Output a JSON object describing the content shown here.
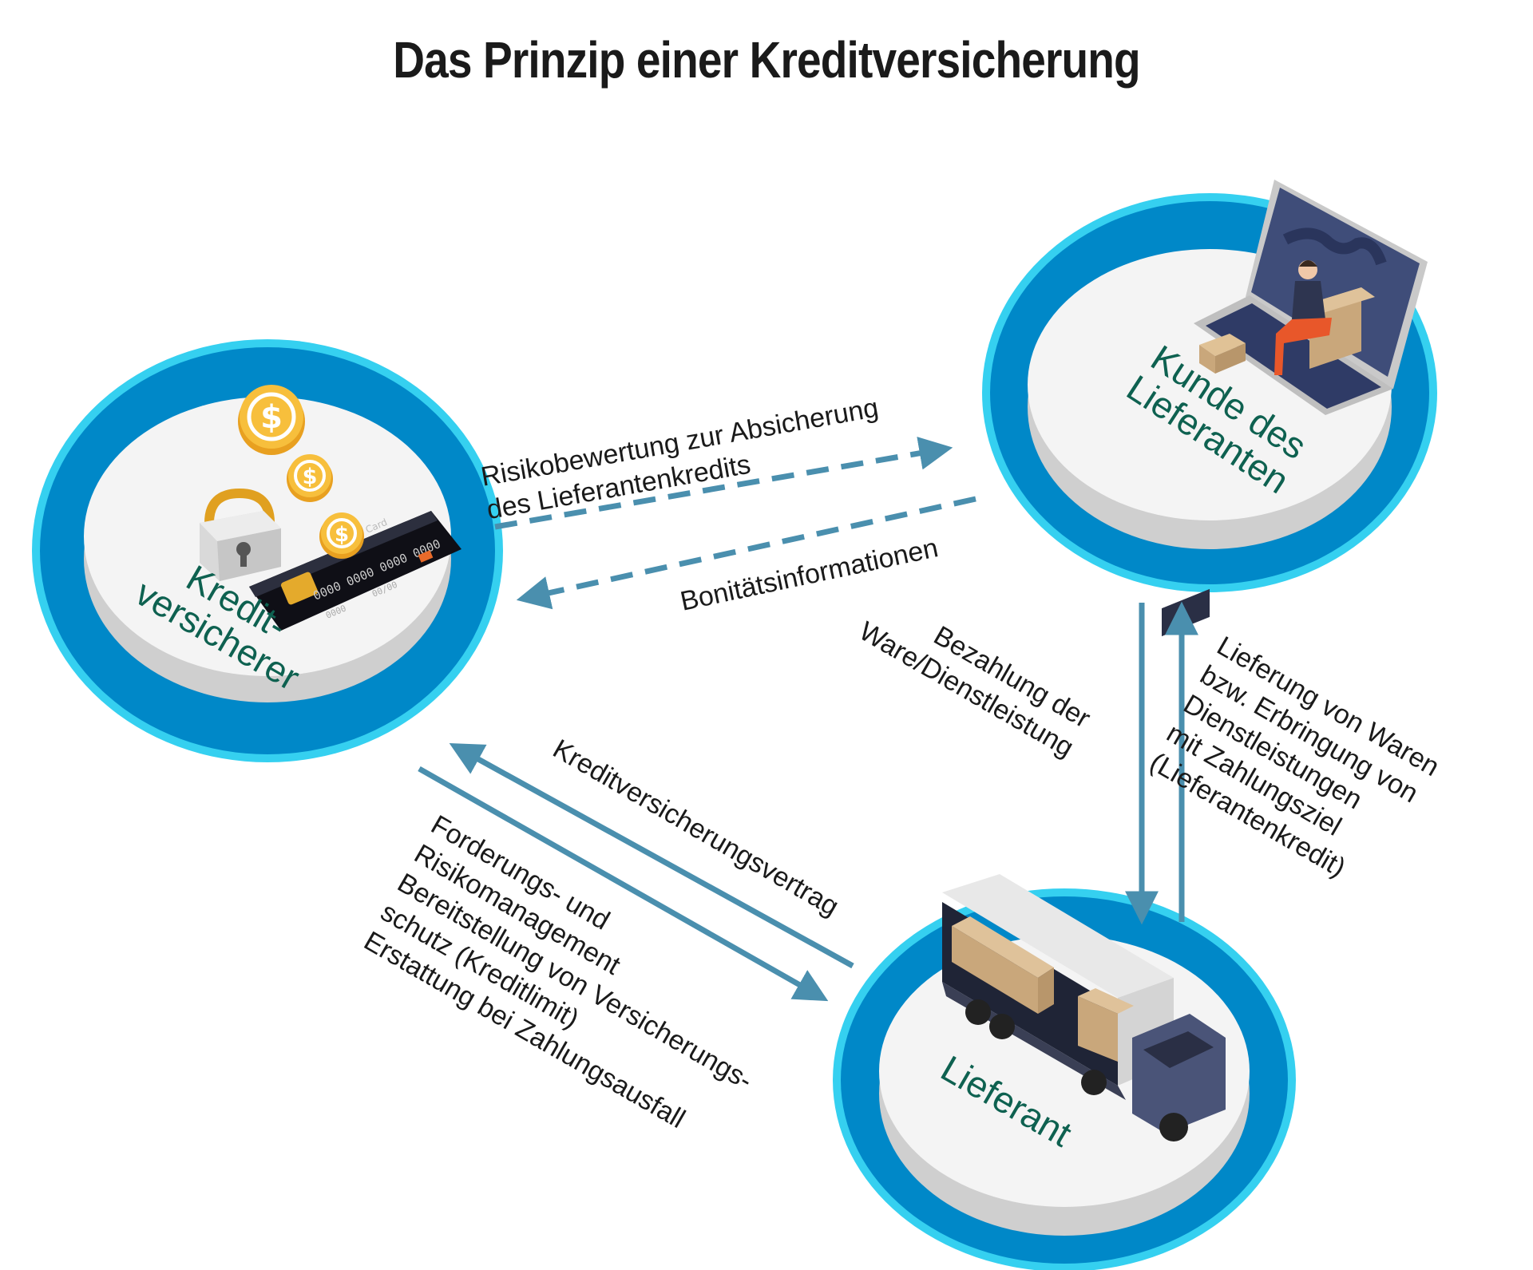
{
  "title": "Das Prinzip einer Kreditversicherung",
  "colors": {
    "ring_outer": "#0088c8",
    "ring_glow": "#35d0f0",
    "platform_top": "#f4f4f4",
    "platform_side": "#cfcfcf",
    "node_label": "#0e6150",
    "arrow": "#4a8fae"
  },
  "nodes": {
    "kreditversicherer": {
      "label_line1": "Kredit-",
      "label_line2": "versicherer"
    },
    "kunde": {
      "label_line1": "Kunde des",
      "label_line2": "Lieferanten"
    },
    "lieferant": {
      "label": "Lieferant"
    }
  },
  "icons": {
    "kreditversicherer": [
      "coin-icon",
      "padlock-icon",
      "credit-card-icon"
    ],
    "kunde": [
      "laptop-icon",
      "person-icon",
      "parcel-icon"
    ],
    "lieferant": [
      "truck-icon",
      "cargo-boxes-icon"
    ]
  },
  "card": {
    "brand": "Card",
    "number": "0000 0000 0000 0000",
    "small_1": "0000",
    "small_2": "00/00"
  },
  "arrows": {
    "risk": {
      "line1": "Risikobewertung zur Absicherung",
      "line2": "des Lieferantenkredits"
    },
    "bonitaet": {
      "line1": "Bonitätsinformationen"
    },
    "payment": {
      "line1": "Bezahlung der",
      "line2": "Ware/Dienstleistung"
    },
    "delivery": {
      "line1": "Lieferung von Waren",
      "line2": "bzw. Erbringung von",
      "line3": "Dienstleistungen",
      "line4": "mit Zahlungsziel",
      "line5": "(Lieferantenkredit)"
    },
    "contract": {
      "line1": "Kreditversicherungsvertrag"
    },
    "services": {
      "line1": "Forderungs- und",
      "line2": "Risikomanagement",
      "line3": "Bereitstellung von Versicherungs-",
      "line4": "schutz (Kreditlimit)",
      "line5": "Erstattung bei Zahlungsausfall"
    }
  }
}
